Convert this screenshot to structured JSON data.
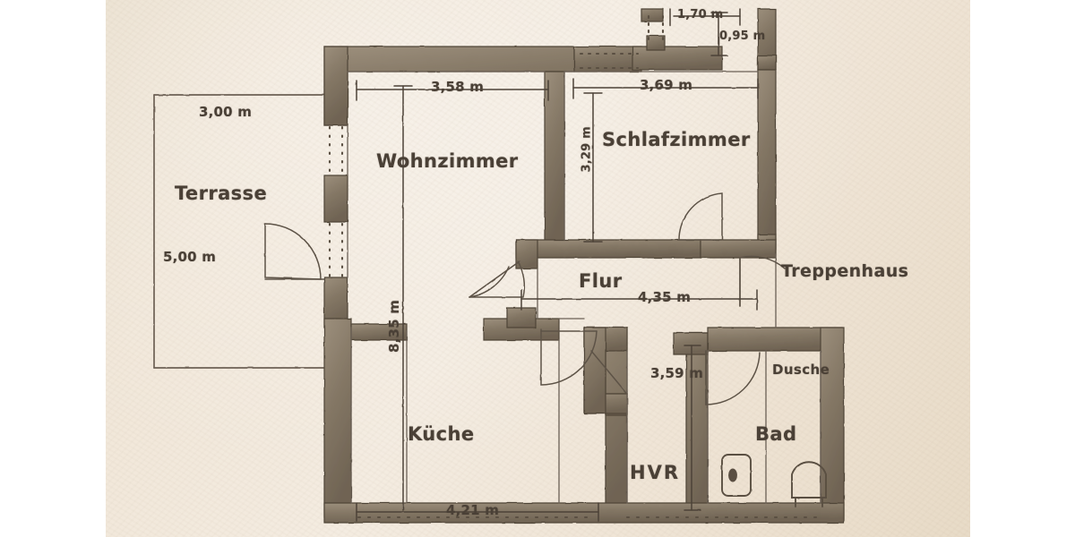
{
  "document": {
    "kind": "hand-drawn floor plan",
    "language": "German",
    "paper_color": "#f1e7d9",
    "ink_color": "#4a4036",
    "wall_fill": "#8a7c6a"
  },
  "rooms": [
    {
      "id": "terrasse",
      "label": "Terrasse",
      "kind": "outdoor"
    },
    {
      "id": "wohnzimmer",
      "label": "Wohnzimmer",
      "kind": "living"
    },
    {
      "id": "schlafzimmer",
      "label": "Schlafzimmer",
      "kind": "bedroom"
    },
    {
      "id": "flur",
      "label": "Flur",
      "kind": "hallway"
    },
    {
      "id": "kueche",
      "label": "Küche",
      "kind": "kitchen"
    },
    {
      "id": "bad",
      "label": "Bad",
      "kind": "bathroom"
    },
    {
      "id": "hvr",
      "label": "HVR",
      "kind": "utility"
    },
    {
      "id": "dusche",
      "label": "Dusche",
      "kind": "shower"
    },
    {
      "id": "treppenhaus",
      "label": "Treppenhaus",
      "kind": "stairwell"
    }
  ],
  "dimensions": {
    "terrasse_width": "3,00 m",
    "terrasse_height": "5,00 m",
    "wohnzimmer_width": "3,58 m",
    "gesamt_hoehe": "8,35 m",
    "schlafzimmer_width": "3,69 m",
    "schlafzimmer_height": "3,29 m",
    "balkon_width": "1,70 m",
    "balkon_depth": "0,95 m",
    "flur_length": "4,35 m",
    "bad_hvr_height": "3,59 m",
    "kueche_width": "4,21 m"
  }
}
